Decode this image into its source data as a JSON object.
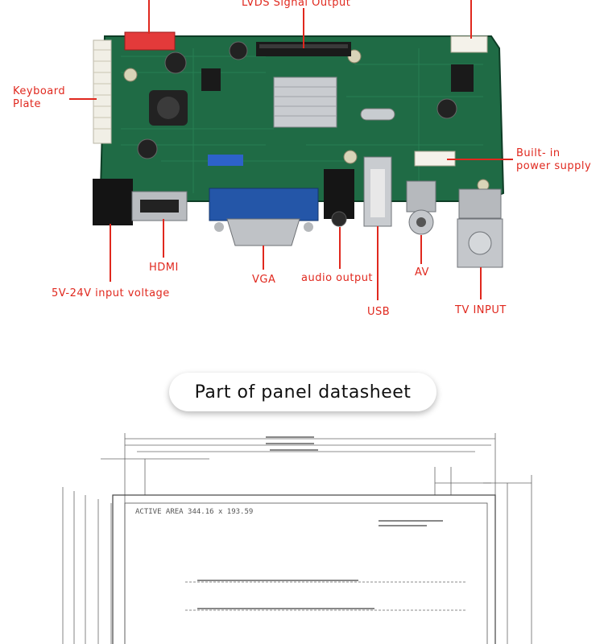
{
  "board": {
    "labels": {
      "lvds": "LVDS Signal Output",
      "keyboard_line1": "Keyboard",
      "keyboard_line2": "Plate",
      "power_supply_line1": "Built- in",
      "power_supply_line2": "power supply",
      "hdmi": "HDMI",
      "vga": "VGA",
      "audio": "audio output",
      "av": "AV",
      "input_voltage": "5V-24V input voltage",
      "usb": "USB",
      "tv_input": "TV INPUT"
    },
    "colors": {
      "label": "#e0281e",
      "pcb": "#1f6b45",
      "pcb_dark": "#164f33",
      "vga_connector": "#2456a8"
    }
  },
  "section": {
    "title": "Part of panel datasheet"
  },
  "datasheet": {
    "active_area": "ACTIVE AREA  344.16 x 193.59"
  }
}
